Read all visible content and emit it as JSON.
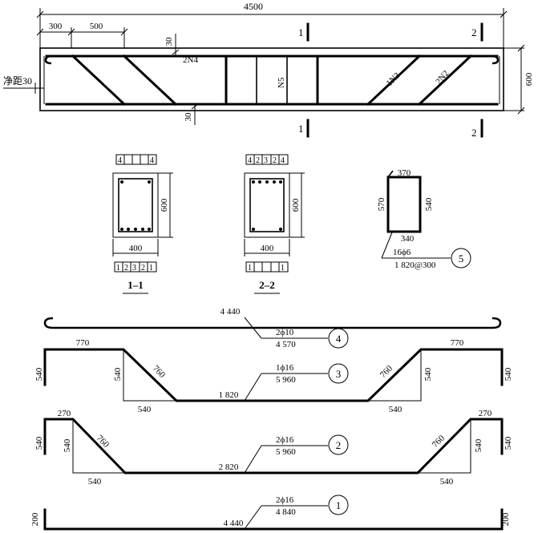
{
  "top_view": {
    "total_length": "4500",
    "dim_left": "300",
    "dim_second": "500",
    "cover_top": "30",
    "cover_bottom": "30",
    "clear_cover": "净距30",
    "beam_height": "600",
    "label_2n4": "2N4",
    "label_n5": "N5",
    "label_1n3": "1N3",
    "label_2n2": "2N2",
    "section_mark_1": "1",
    "section_mark_2": "2"
  },
  "section_1": {
    "cells_top": [
      "4",
      "",
      "",
      "4"
    ],
    "cells_bottom": [
      "1",
      "2",
      "3",
      "2",
      "1"
    ],
    "width": "400",
    "height": "600",
    "title": "1–1"
  },
  "section_2": {
    "cells_top": [
      "4",
      "2",
      "3",
      "2",
      "4"
    ],
    "cells_bottom": [
      "1",
      "",
      "",
      "",
      "1"
    ],
    "width": "400",
    "height": "600",
    "title": "2–2"
  },
  "stirrup": {
    "top": "370",
    "left": "570",
    "right": "540",
    "bottom": "340",
    "spec": "16ϕ6",
    "spacing": "1 820@300",
    "number": "5"
  },
  "bar4": {
    "length": "4 440",
    "spec": "2ϕ10",
    "total": "4 570",
    "number": "4"
  },
  "bar3": {
    "top_left": "770",
    "top_right": "770",
    "height_left_outer": "540",
    "height_right_outer": "540",
    "height_left_inner": "540",
    "height_right_inner": "540",
    "diag_left": "760",
    "diag_right": "760",
    "base_left": "540",
    "base_right": "540",
    "middle": "1 820",
    "spec": "1ϕ16",
    "total": "5 960",
    "number": "3"
  },
  "bar2": {
    "top_left": "270",
    "top_right": "270",
    "height_left_outer": "540",
    "height_right_outer": "540",
    "height_left_inner": "540",
    "height_right_inner": "540",
    "diag_left": "760",
    "diag_right": "760",
    "base_left": "540",
    "base_right": "540",
    "middle": "2 820",
    "spec": "2ϕ16",
    "total": "5 960",
    "number": "2"
  },
  "bar1": {
    "hook_left": "200",
    "hook_right": "200",
    "length": "4 440",
    "spec": "2ϕ16",
    "total": "4 840",
    "number": "1"
  }
}
